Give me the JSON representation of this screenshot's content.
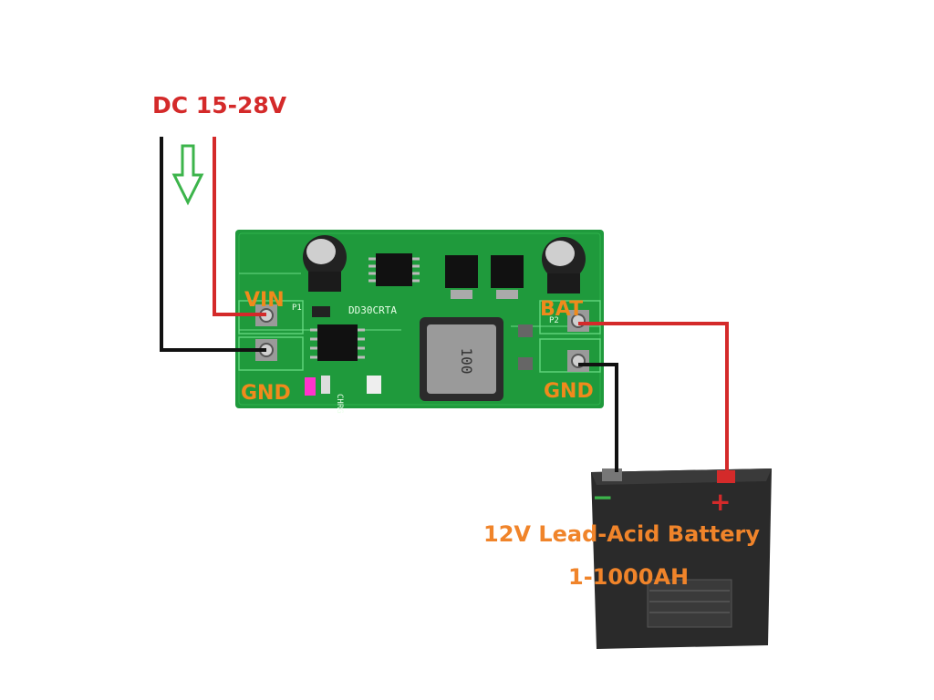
{
  "input": {
    "label": "DC 15-28V"
  },
  "board": {
    "part_text": "DD30CRTA",
    "inductor_text": "100",
    "pin_vin": "VIN",
    "pin_gnd_in": "GND",
    "pin_bat": "BAT",
    "pin_gnd_out": "GND",
    "silk_p1": "P1",
    "silk_p2": "P2",
    "silk_chrg": "CHRG"
  },
  "battery": {
    "title": "12V Lead-Acid Battery",
    "capacity": "1-1000AH",
    "minus_sign": "−",
    "plus_sign": "+"
  },
  "colors": {
    "positive_wire": "#d42a2a",
    "negative_wire": "#111111",
    "input_label": "#d42a2a",
    "pin_label": "#f08a1c",
    "battery_label": "#f0842a",
    "flow_arrow": "#3cb44b",
    "pcb": "#1f9a3c",
    "battery_body": "#2a2a2a"
  },
  "icons": {
    "flow": "arrow-down-icon"
  }
}
